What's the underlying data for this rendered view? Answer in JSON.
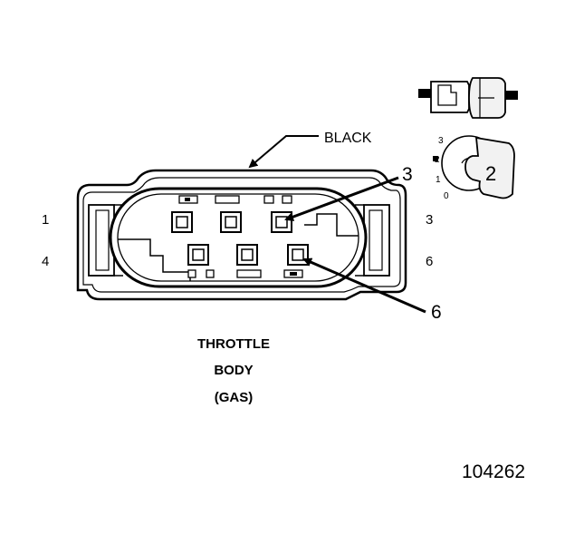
{
  "connector": {
    "color_label": "BLACK",
    "callout_pin_a": "3",
    "callout_pin_b": "6",
    "pin_left_top": "1",
    "pin_left_bottom": "4",
    "pin_right_top": "3",
    "pin_right_bottom": "6"
  },
  "key_view": {
    "position_numbers": [
      "3",
      "2",
      "1",
      "0"
    ],
    "key_position": "2"
  },
  "caption": {
    "line1": "THROTTLE",
    "line2": "BODY",
    "line3": "(GAS)"
  },
  "figure_number": "104262",
  "colors": {
    "ink": "#000000",
    "background": "#ffffff",
    "connector_body": "#ffffff",
    "key_body": "#f2f2f2"
  }
}
